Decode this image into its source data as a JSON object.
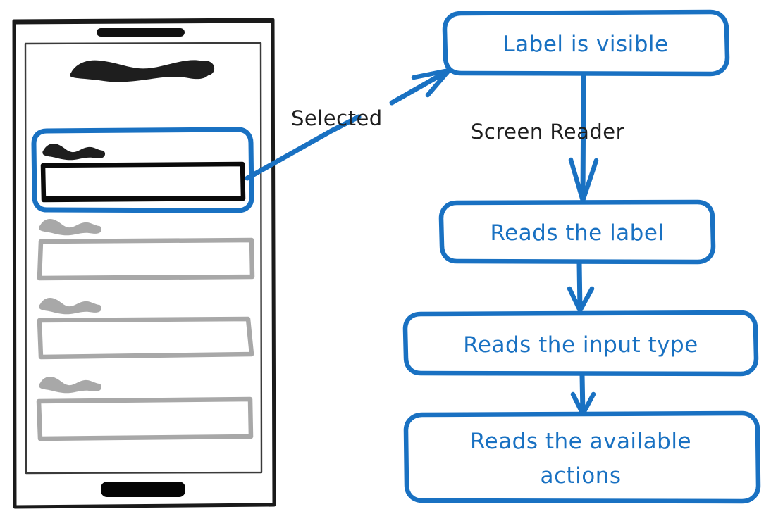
{
  "meta": {
    "title": "Screen reader flow for a selected form field",
    "background": "#ffffff"
  },
  "colors": {
    "accent_blue": "#1971c2",
    "ink_black": "#1e1e1e",
    "muted_gray": "#a8a8a8",
    "frame_black": "#1a1a1a",
    "paper_white": "#ffffff"
  },
  "phone": {
    "name": "phone-mockup",
    "speaker_label": "speaker-bar",
    "home_label": "home-button",
    "screen_label": "phone-screen",
    "heading_placeholder": "scribble-heading",
    "fields": [
      {
        "id": "field-1",
        "state": "selected",
        "label_placeholder": "scribble-label",
        "input_placeholder": "empty-input",
        "color": "#1e1e1e",
        "selection_ring": true
      },
      {
        "id": "field-2",
        "state": "inactive",
        "label_placeholder": "scribble-label",
        "input_placeholder": "empty-input",
        "color": "#a8a8a8",
        "selection_ring": false
      },
      {
        "id": "field-3",
        "state": "inactive",
        "label_placeholder": "scribble-label",
        "input_placeholder": "empty-input",
        "color": "#a8a8a8",
        "selection_ring": false
      },
      {
        "id": "field-4",
        "state": "inactive",
        "label_placeholder": "scribble-label",
        "input_placeholder": "empty-input",
        "color": "#a8a8a8",
        "selection_ring": false
      }
    ]
  },
  "annotations": [
    {
      "id": "selected-annotation",
      "text": "Selected",
      "color": "#1e1e1e"
    }
  ],
  "flow": {
    "nodes": [
      {
        "id": "node-label-is-visible",
        "text": "Label is visible",
        "lines": [
          "Label is visible"
        ],
        "shape": "rounded-rect",
        "stroke": "#1971c2",
        "fill": "#ffffff"
      },
      {
        "id": "node-reads-the-label",
        "text": "Reads the label",
        "lines": [
          "Reads the label"
        ],
        "shape": "rounded-rect",
        "stroke": "#1971c2",
        "fill": "#ffffff"
      },
      {
        "id": "node-reads-the-input-type",
        "text": "Reads the input type",
        "lines": [
          "Reads the input type"
        ],
        "shape": "rounded-rect",
        "stroke": "#1971c2",
        "fill": "#ffffff"
      },
      {
        "id": "node-reads-the-available-actions",
        "text": "Reads the available actions",
        "lines": [
          "Reads the available",
          "actions"
        ],
        "shape": "rounded-rect",
        "stroke": "#1971c2",
        "fill": "#ffffff"
      }
    ],
    "edges": [
      {
        "id": "edge-selected-to-label-visible",
        "from": "selected-annotation",
        "to": "node-label-is-visible",
        "label": "",
        "arrow": true,
        "color": "#1971c2"
      },
      {
        "id": "edge-phone-to-selected",
        "from": "field-1",
        "to": "selected-annotation",
        "label": "",
        "arrow": false,
        "color": "#1971c2"
      },
      {
        "id": "edge-label-visible-to-reads-label",
        "from": "node-label-is-visible",
        "to": "node-reads-the-label",
        "label": "Screen Reader",
        "arrow": true,
        "color": "#1971c2"
      },
      {
        "id": "edge-reads-label-to-input-type",
        "from": "node-reads-the-label",
        "to": "node-reads-the-input-type",
        "label": "",
        "arrow": true,
        "color": "#1971c2"
      },
      {
        "id": "edge-input-type-to-available-actions",
        "from": "node-reads-the-input-type",
        "to": "node-reads-the-available-actions",
        "label": "",
        "arrow": true,
        "color": "#1971c2"
      }
    ]
  }
}
